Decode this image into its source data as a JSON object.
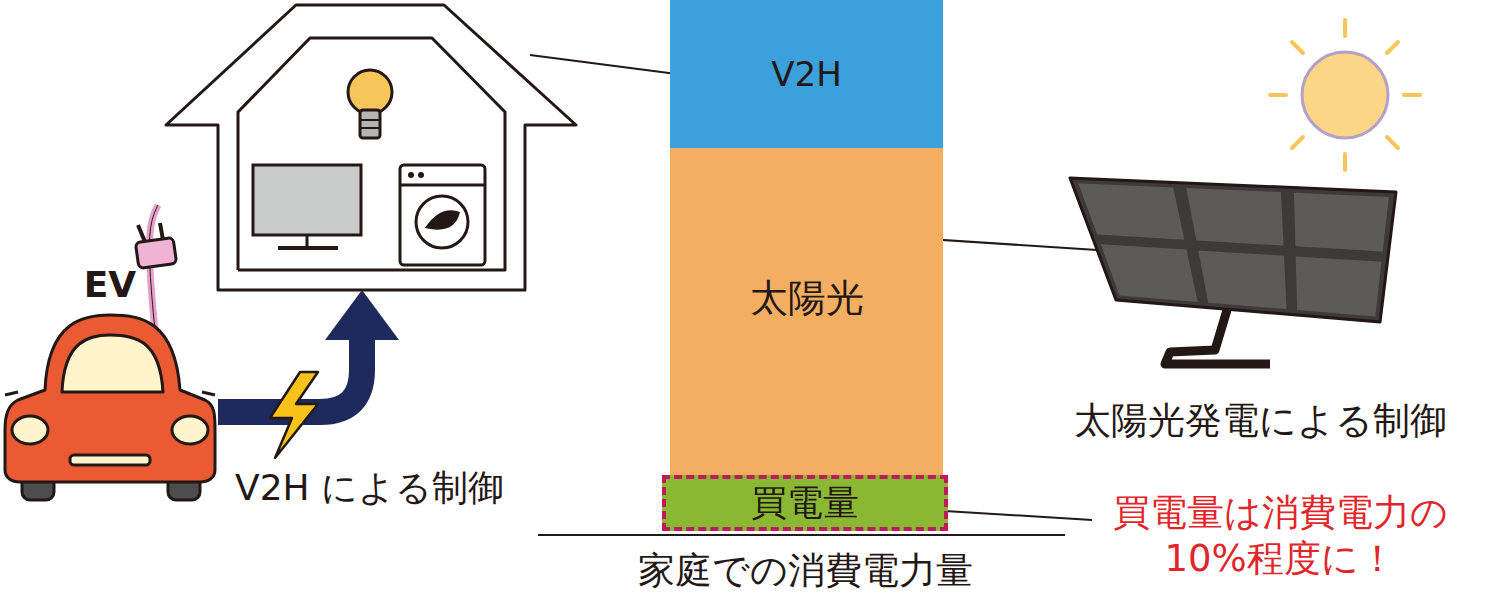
{
  "diagram": {
    "nodes": [
      {
        "text": [
          "V2H"
        ]
      },
      {
        "text": [
          "太陽光"
        ]
      },
      {
        "text": [
          "買電量"
        ]
      }
    ],
    "labels": [
      "EV",
      "V2H による制御",
      "太陽光発電による制御",
      "買電量は消費電力の 10%程度に！",
      "家庭での消費電力量"
    ]
  }
}
